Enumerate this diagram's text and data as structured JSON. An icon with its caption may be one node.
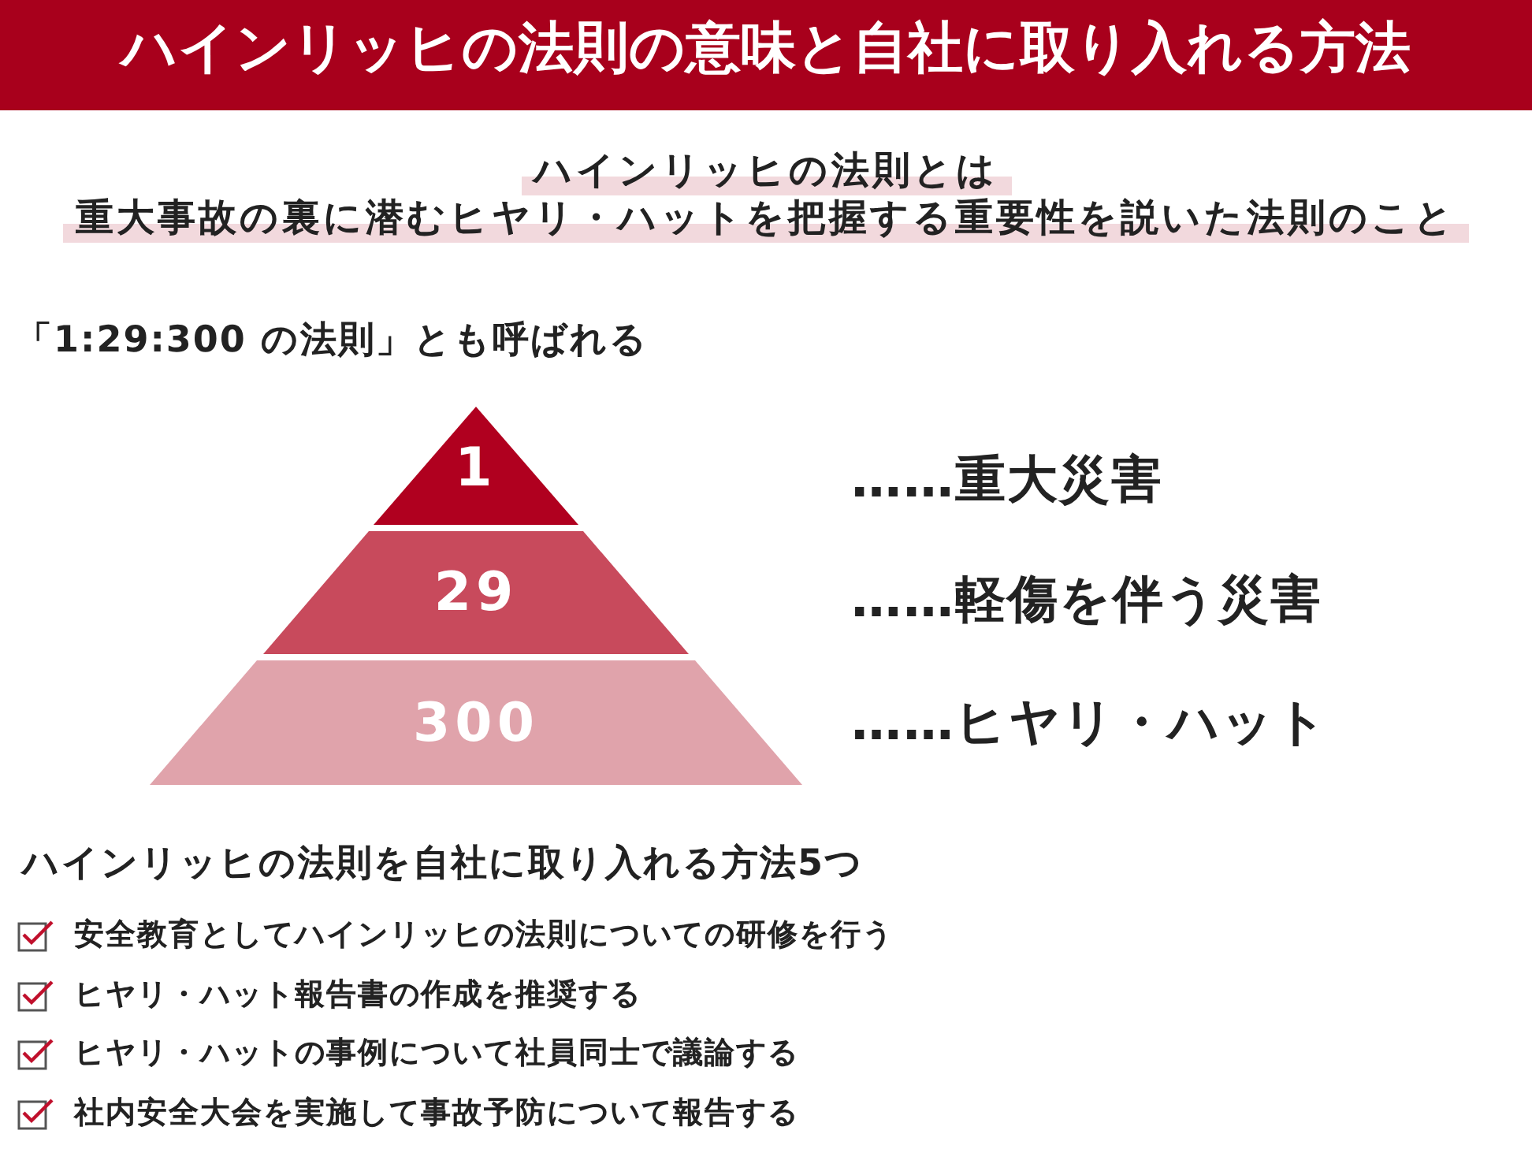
{
  "diagram": {
    "title": "ハインリッヒの法則の意味と自社に取り入れる方法",
    "nodes": [
      {
        "text": [
          "1"
        ]
      },
      {
        "text": [
          "29"
        ]
      },
      {
        "text": [
          "300"
        ]
      }
    ],
    "edges": [],
    "labels": [
      "ハインリッヒの法則とは",
      "重大事故の裏に潜むヒヤリ・ハットを把握する重要性を説いた法則のこと",
      "「1:29:300 の法則」とも呼ばれる",
      "……重大災害",
      "……軽傷を伴う災害",
      "……ヒヤリ・ハット",
      "ハインリッヒの法則を自社に取り入れる方法5つ",
      "安全教育としてハインリッヒの法則についての研修を行う",
      "ヒヤリ・ハット報告書の作成を推奨する",
      "ヒヤリ・ハットの事例について社員同士で議論する",
      "社内安全大会を実施して事故予防について報告する"
    ]
  }
}
